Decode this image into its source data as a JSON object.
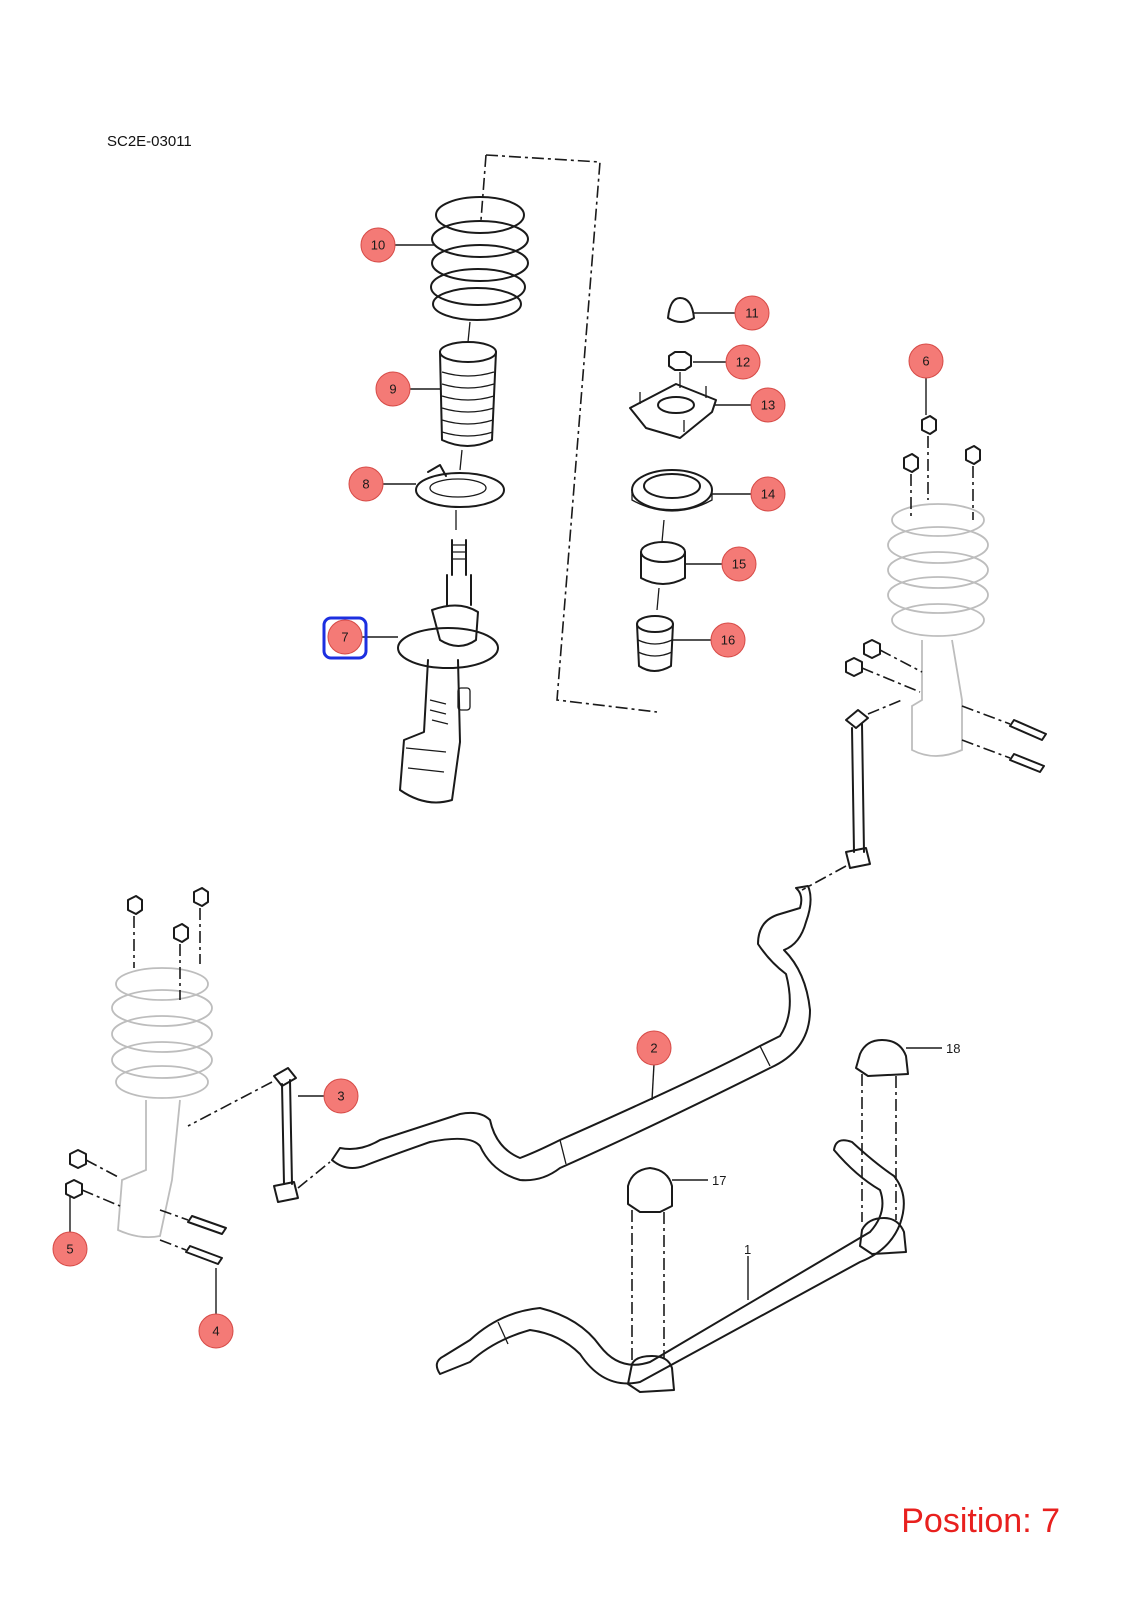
{
  "diagram": {
    "code": "SC2E-03011",
    "position_label": "Position: 7",
    "selected_callout": "7",
    "colors": {
      "callout_fill": "#f47a76",
      "selection": "#1c2fe0",
      "position_text": "#e8201e"
    }
  },
  "callouts": [
    {
      "id": "10",
      "label": "10"
    },
    {
      "id": "9",
      "label": "9"
    },
    {
      "id": "8",
      "label": "8"
    },
    {
      "id": "7",
      "label": "7"
    },
    {
      "id": "11",
      "label": "11"
    },
    {
      "id": "12",
      "label": "12"
    },
    {
      "id": "13",
      "label": "13"
    },
    {
      "id": "14",
      "label": "14"
    },
    {
      "id": "15",
      "label": "15"
    },
    {
      "id": "16",
      "label": "16"
    },
    {
      "id": "6",
      "label": "6"
    },
    {
      "id": "2",
      "label": "2"
    },
    {
      "id": "3",
      "label": "3"
    },
    {
      "id": "5",
      "label": "5"
    },
    {
      "id": "4",
      "label": "4"
    }
  ],
  "plain_labels": [
    {
      "id": "18",
      "label": "18"
    },
    {
      "id": "17",
      "label": "17"
    },
    {
      "id": "1",
      "label": "1"
    }
  ]
}
